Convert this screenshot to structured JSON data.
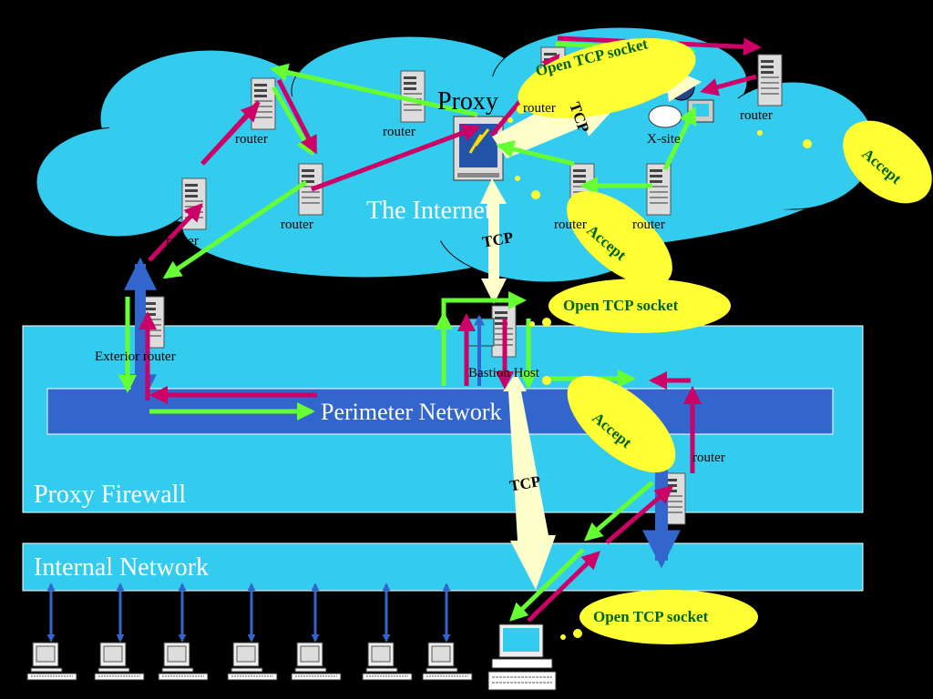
{
  "diagram": {
    "internet_label": "The Internet",
    "proxy_label": "Proxy",
    "xsite_label": "X-site",
    "router_label": "router",
    "exterior_router_label": "Exterior router",
    "interior_router_label": "router",
    "bastion_label": "Bastion Host",
    "perimeter_label": "Perimeter Network",
    "firewall_label": "Proxy Firewall",
    "internal_label": "Internal Network",
    "open_tcp_socket": "Open TCP socket",
    "accept": "Accept",
    "tcp": "TCP",
    "colors": {
      "cloud": "#33ccee",
      "zone": "#33ccee",
      "perimeter_bar": "#3366cc",
      "arrow_green": "#66ff33",
      "arrow_magenta": "#cc0066",
      "bubble": "#ffff33",
      "tcp_arrow": "#ffffcc",
      "blue_arrow": "#3366cc"
    }
  }
}
